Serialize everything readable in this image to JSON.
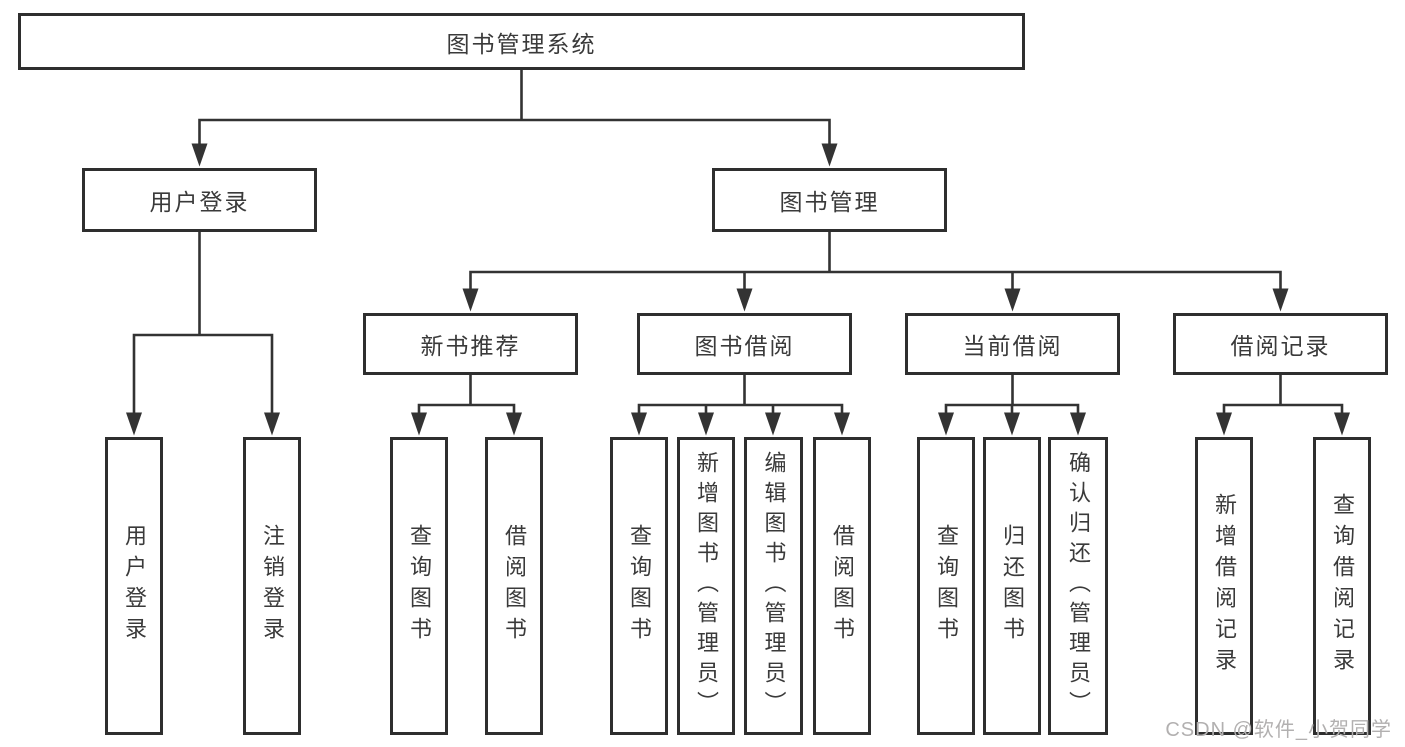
{
  "diagram": {
    "type": "tree",
    "root": "图书管理系统",
    "branches": [
      {
        "label": "用户登录",
        "leaves": [
          "用户登录",
          "注销登录"
        ]
      },
      {
        "label": "图书管理",
        "groups": [
          {
            "label": "新书推荐",
            "leaves": [
              "查询图书",
              "借阅图书"
            ]
          },
          {
            "label": "图书借阅",
            "leaves": [
              "查询图书",
              "新增图书（管理员）",
              "编辑图书（管理员）",
              "借阅图书"
            ]
          },
          {
            "label": "当前借阅",
            "leaves": [
              "查询图书",
              "归还图书",
              "确认归还（管理员）"
            ]
          },
          {
            "label": "借阅记录",
            "leaves": [
              "新增借阅记录",
              "查询借阅记录"
            ]
          }
        ]
      }
    ]
  },
  "watermark": "CSDN @软件_小贺同学",
  "colors": {
    "line": "#333333",
    "box_border": "#2e2e2e",
    "text": "#3a3a3a",
    "watermark": "#b2b0b0",
    "background": "#ffffff"
  }
}
